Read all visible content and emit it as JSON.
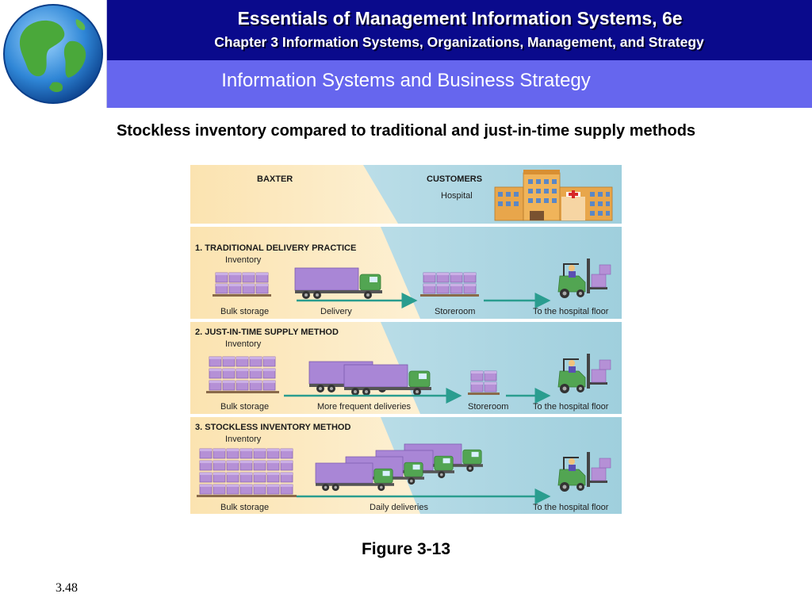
{
  "header": {
    "title": "Essentials of Management Information Systems, 6e",
    "subtitle": "Chapter 3 Information Systems, Organizations, Management, and Strategy",
    "section": "Information Systems and Business Strategy"
  },
  "heading": "Stockless inventory compared to traditional and just-in-time supply methods",
  "diagram": {
    "top": {
      "left_label": "BAXTER",
      "right_label": "CUSTOMERS",
      "right_sub": "Hospital"
    },
    "panels": [
      {
        "title": "1. TRADITIONAL DELIVERY PRACTICE",
        "sub": "Inventory",
        "labels": [
          "Bulk storage",
          "Delivery",
          "Storeroom",
          "To the hospital floor"
        ]
      },
      {
        "title": "2. JUST-IN-TIME SUPPLY METHOD",
        "sub": "Inventory",
        "labels": [
          "Bulk storage",
          "More frequent deliveries",
          "Storeroom",
          "To the hospital floor"
        ]
      },
      {
        "title": "3. STOCKLESS INVENTORY METHOD",
        "sub": "Inventory",
        "labels": [
          "Bulk storage",
          "Daily deliveries",
          "To the hospital floor"
        ]
      }
    ]
  },
  "figure_label": "Figure 3-13",
  "page_number": "3.48",
  "colors": {
    "header_dark": "#0a0a8c",
    "header_light": "#6666ee",
    "crate": "#b590d6",
    "truck_cab": "#52a552",
    "arrow": "#2a9d8f"
  },
  "icons": [
    "globe-icon",
    "hospital-icon",
    "truck-icon",
    "forklift-icon",
    "crate-icon"
  ]
}
